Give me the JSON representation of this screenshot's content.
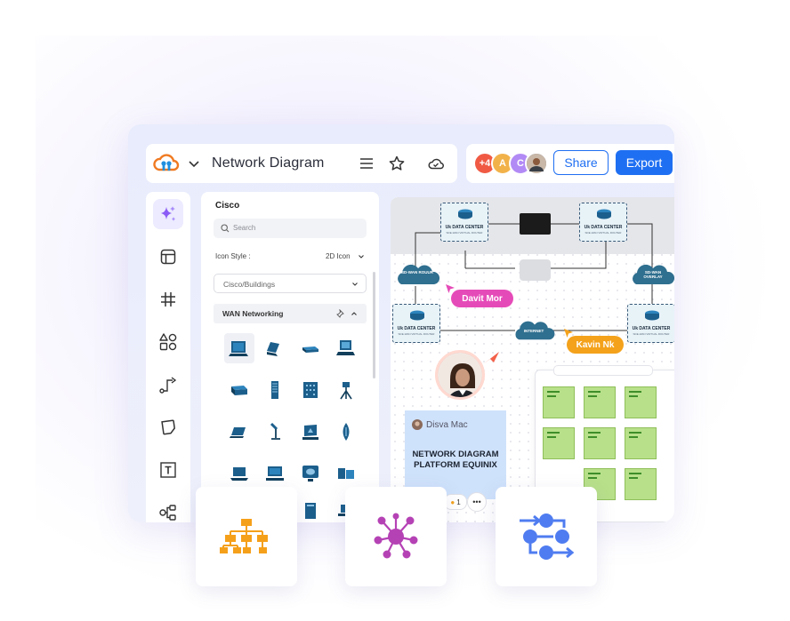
{
  "app": {
    "doc_title": "Network Diagram"
  },
  "collab": {
    "extra_count": "+4",
    "avatars": [
      "A",
      "C"
    ],
    "share_label": "Share",
    "export_label": "Export"
  },
  "panel": {
    "title": "Cisco",
    "search_placeholder": "Search",
    "icon_style_label": "Icon Style :",
    "icon_style_value": "2D Icon",
    "category": "Cisco/Buildings",
    "section": "WAN Networking"
  },
  "canvas": {
    "router_label": "Uk DATA CENTER",
    "router_sub": "SDE-WAN VIRTUAL ROUTER",
    "clouds": {
      "left": "SD-WAN ROUUR",
      "right": "SD-WAN OVERLAY",
      "internet": "INTERNET"
    },
    "cursors": {
      "davit": "Davit Mor",
      "kavin": "Kavin Nk"
    },
    "note": {
      "author": "Disva Mac",
      "title_line1": "NETWORK DIAGRAM",
      "title_line2": "PLATFORM EQUINIX",
      "reaction_count": "1"
    }
  },
  "colors": {
    "accent_blue": "#1f6ff2",
    "cursor_pink": "#e54bb8",
    "cursor_orange": "#f4a21b",
    "sticky_green": "#b8e08a",
    "cloud_teal": "#2f6f8f"
  }
}
